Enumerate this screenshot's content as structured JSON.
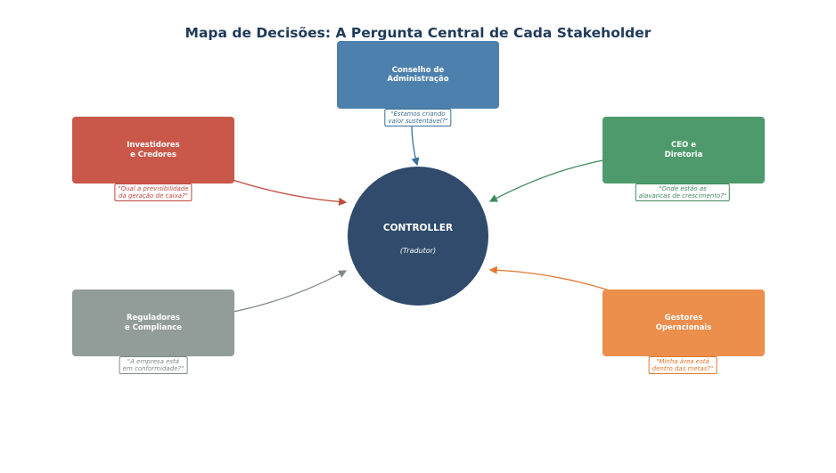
{
  "title": "Mapa de Decisões: A Pergunta Central de Cada Stakeholder",
  "center": {
    "title": "CONTROLLER",
    "subtitle": "(Tradutor)",
    "color": "#304b6b"
  },
  "stakeholders": [
    {
      "id": "conselho",
      "name": "Conselho de\nAdministração",
      "question": "\"Estamos criando\nvalor sustentável?\"",
      "color": "#4d80ad",
      "quote_color": "#3a6e9b"
    },
    {
      "id": "investidores",
      "name": "Investidores\ne Credores",
      "question": "\"Qual a previsibilidade\nda geração de caixa?\"",
      "color": "#c9574a",
      "quote_color": "#c04a3d"
    },
    {
      "id": "ceo",
      "name": "CEO e\nDiretoria",
      "question": "\"Onde estão as\nalavancas de crescimento?\"",
      "color": "#4e9a6c",
      "quote_color": "#3f8a5c"
    },
    {
      "id": "reguladores",
      "name": "Reguladores\ne Compliance",
      "question": "\"A empresa está\nem conformidade?\"",
      "color": "#929d9a",
      "quote_color": "#7f8a87"
    },
    {
      "id": "gestores",
      "name": "Gestores\nOperacionais",
      "question": "\"Minha área está\ndentro das metas?\"",
      "color": "#ec8e4c",
      "quote_color": "#e0782f"
    }
  ]
}
